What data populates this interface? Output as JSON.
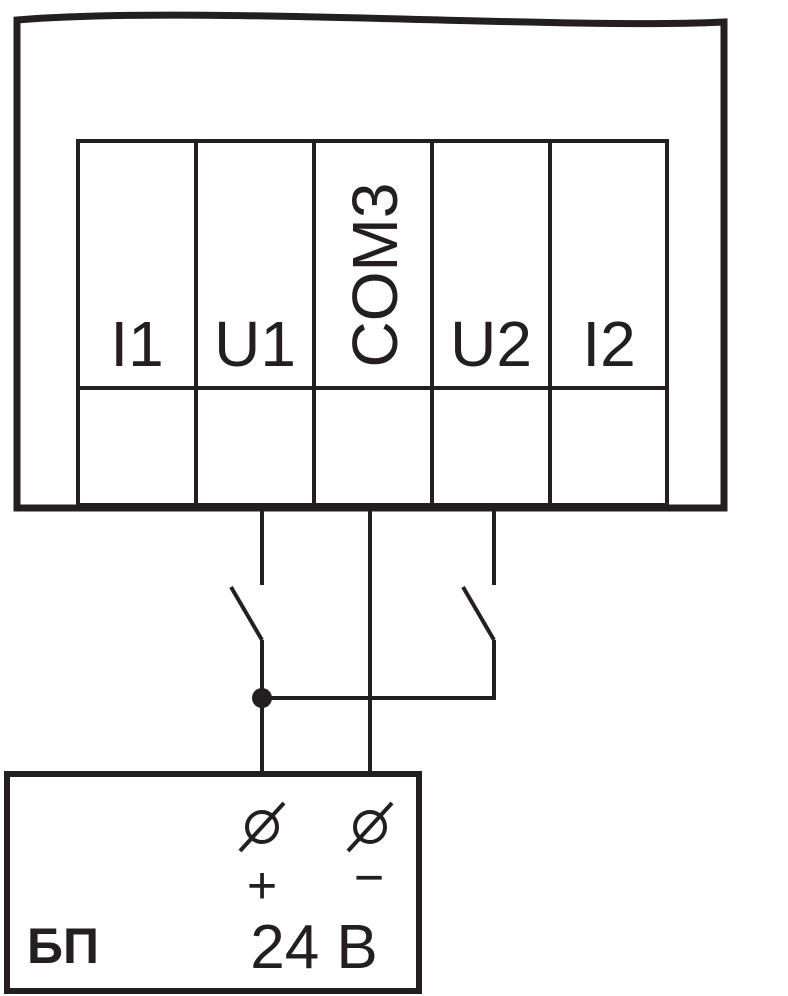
{
  "device": {
    "terminals": [
      {
        "label": "I1"
      },
      {
        "label": "U1"
      },
      {
        "label": "COM3"
      },
      {
        "label": "U2"
      },
      {
        "label": "I2"
      }
    ]
  },
  "power_supply": {
    "name": "БП",
    "plus": "+",
    "minus": "−",
    "voltage": "24 В"
  },
  "colors": {
    "line": "#231f20",
    "background": "#ffffff"
  }
}
